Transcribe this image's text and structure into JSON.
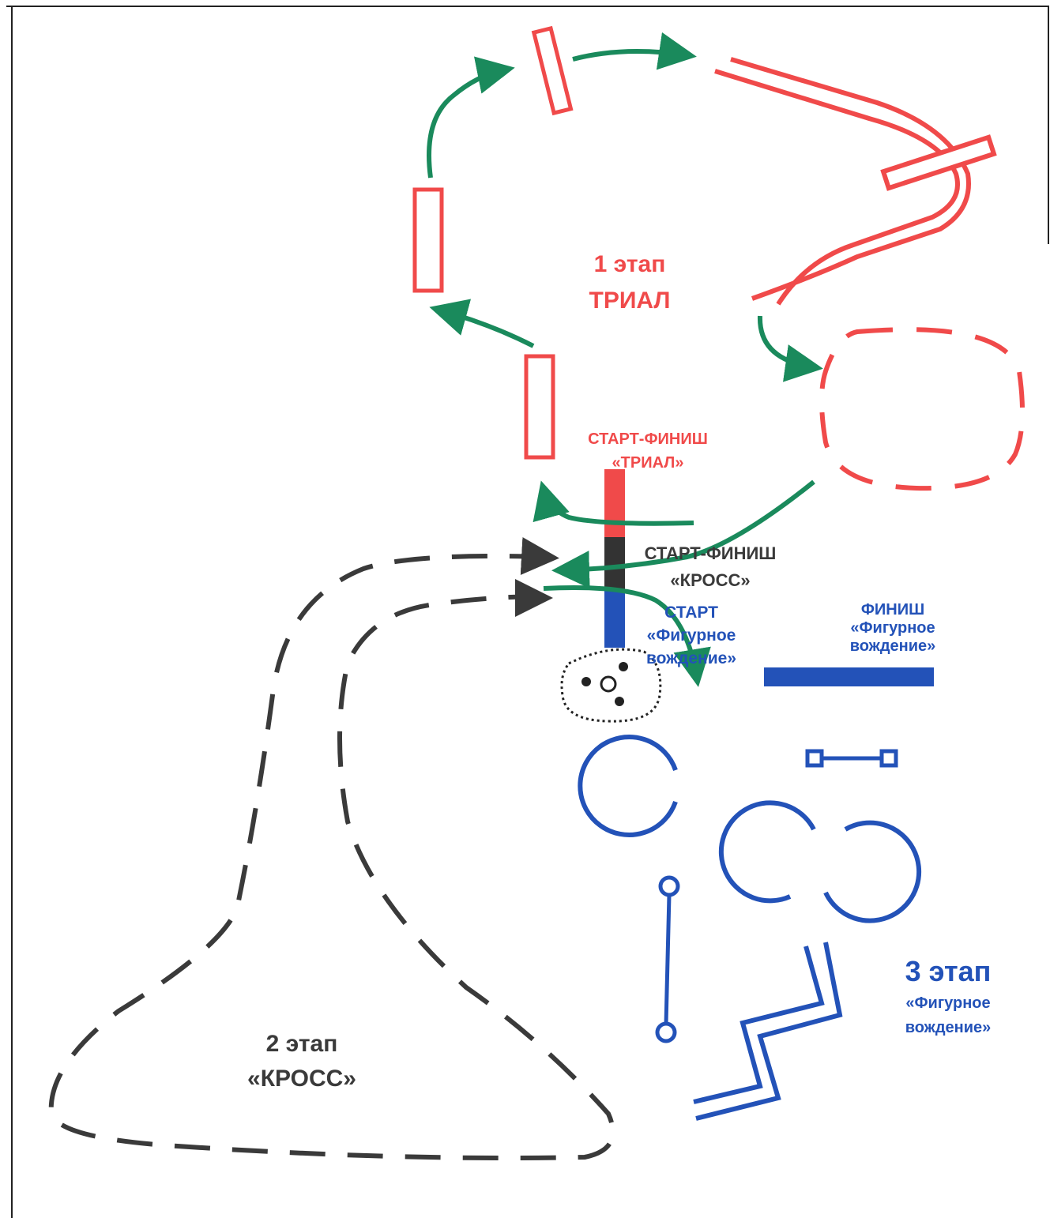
{
  "colors": {
    "trial": "#f04a4a",
    "cross": "#3a3a3a",
    "figure": "#2352b8",
    "arrows": "#1a8a5c"
  },
  "stage1": {
    "line1": "1 этап",
    "line2": "ТРИАЛ"
  },
  "trial_start": {
    "line1": "СТАРТ-ФИНИШ",
    "line2": "«ТРИАЛ»"
  },
  "cross_start": {
    "line1": "СТАРТ-ФИНИШ",
    "line2": "«КРОСС»"
  },
  "figure_start": {
    "line1": "СТАРТ",
    "line2": "«Фигурное",
    "line3": "вождение»"
  },
  "figure_finish": {
    "line1": "ФИНИШ",
    "line2": "«Фигурное",
    "line3": "вождение»"
  },
  "stage2": {
    "line1": "2 этап",
    "line2": "«КРОСС»"
  },
  "stage3": {
    "line1": "3 этап",
    "line2": "«Фигурное",
    "line3": "вождение»"
  }
}
